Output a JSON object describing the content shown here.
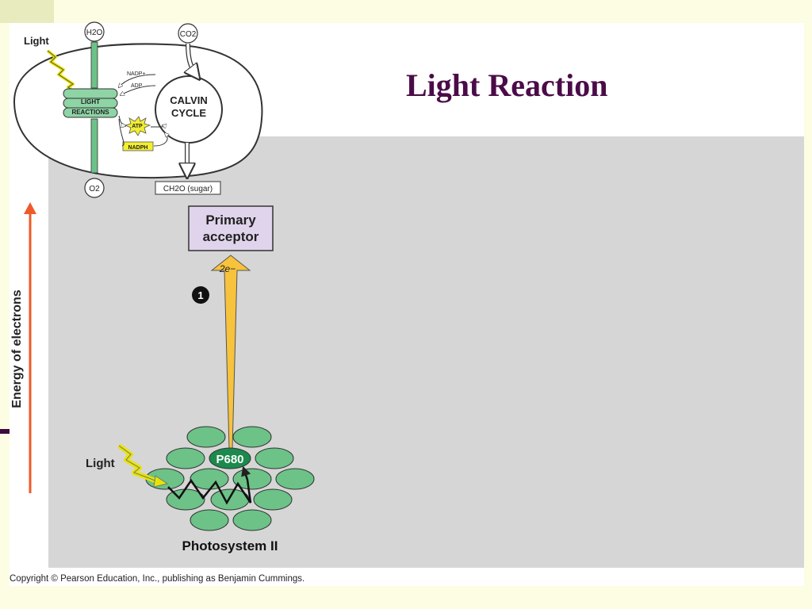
{
  "slide": {
    "title": "Light Reaction",
    "copyright": "Copyright © Pearson Education, Inc., publishing as Benjamin Cummings."
  },
  "inset": {
    "light_label": "Light",
    "water": "H2O",
    "co2": "CO2",
    "o2": "O2",
    "sugar": "CH2O (sugar)",
    "light_reactions": [
      "LIGHT",
      "REACTIONS"
    ],
    "calvin_cycle": [
      "CALVIN",
      "CYCLE"
    ],
    "nadp": "NADP+",
    "adp": "ADP",
    "atp": "ATP",
    "nadph": "NADPH"
  },
  "main": {
    "axis_label": "Energy of electrons",
    "primary_acceptor": [
      "Primary",
      "acceptor"
    ],
    "electrons": "2e−",
    "step_number": "1",
    "light_label": "Light",
    "reaction_center": "P680",
    "photosystem": "Photosystem II"
  },
  "colors": {
    "background": "#fdfde4",
    "title": "#4b0b48",
    "panel_gray": "#d6d6d6",
    "pigment_green": "#6cc287",
    "p680_green": "#1b8a4c",
    "acceptor_box": "#e0d4ec",
    "electron_arrow": "#f7c23c",
    "light_bolt": "#f2ee30",
    "axis_arrow": "#ef5a2a"
  }
}
